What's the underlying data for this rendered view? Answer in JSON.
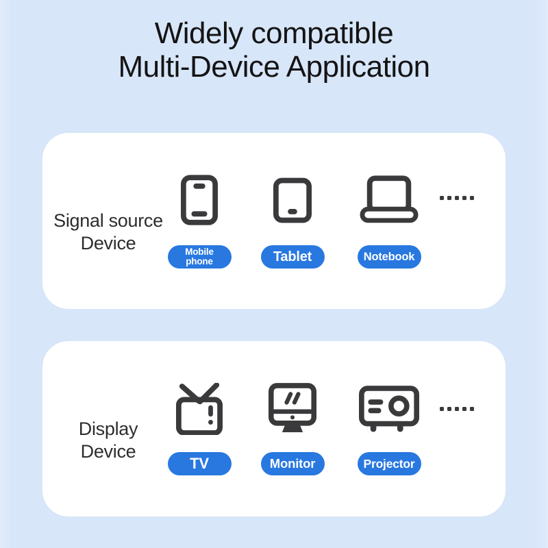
{
  "title": {
    "line1": "Widely compatible",
    "line2": "Multi-Device Application"
  },
  "colors": {
    "background": "#d7e6f8",
    "card": "#ffffff",
    "pill": "#2878e0",
    "icon": "#3a3a3c",
    "title_text": "#141414",
    "label_text": "#2d2d2d"
  },
  "cards": [
    {
      "label_line1": "Signal source",
      "label_line2": "Device",
      "more_icon": "ellipsis-dots",
      "items": [
        {
          "icon": "mobile-phone-icon",
          "pill_lines": [
            "Mobile",
            "phone"
          ]
        },
        {
          "icon": "tablet-icon",
          "pill": "Tablet"
        },
        {
          "icon": "notebook-icon",
          "pill": "Notebook"
        }
      ]
    },
    {
      "label_line1": "Display",
      "label_line2": "Device",
      "more_icon": "ellipsis-dots",
      "items": [
        {
          "icon": "tv-icon",
          "pill": "TV"
        },
        {
          "icon": "monitor-icon",
          "pill": "Monitor"
        },
        {
          "icon": "projector-icon",
          "pill": "Projector"
        }
      ]
    }
  ]
}
